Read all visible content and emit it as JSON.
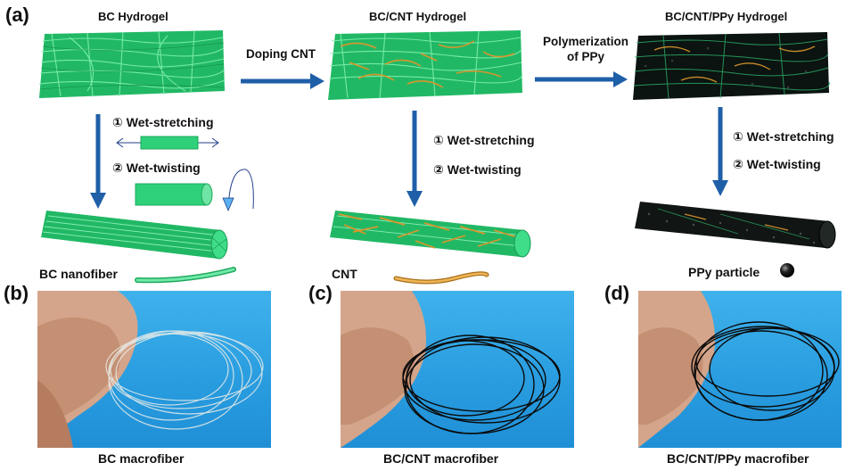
{
  "panels": {
    "a": "(a)",
    "b": "(b)",
    "c": "(c)",
    "d": "(d)"
  },
  "titles": {
    "bc_hydrogel": "BC Hydrogel",
    "bc_cnt_hydrogel": "BC/CNT Hydrogel",
    "bc_cnt_ppy_hydrogel": "BC/CNT/PPy Hydrogel"
  },
  "arrows": {
    "doping": "Doping CNT",
    "polymerization_line1": "Polymerization",
    "polymerization_line2": "of PPy"
  },
  "steps": {
    "wet_stretching": "① Wet-stretching",
    "wet_twisting": "② Wet-twisting"
  },
  "legends": {
    "bc_nanofiber": "BC nanofiber",
    "cnt": "CNT",
    "ppy_particle": "PPy particle"
  },
  "captions": {
    "bc": "BC macrofiber",
    "bc_cnt": "BC/CNT macrofiber",
    "bc_cnt_ppy": "BC/CNT/PPy macrofiber"
  },
  "colors": {
    "bc_green": "#2fd07a",
    "cnt_orange": "#d9962c",
    "arrow_blue": "#1f5fa8",
    "photo_blue": "#2a9de0"
  }
}
